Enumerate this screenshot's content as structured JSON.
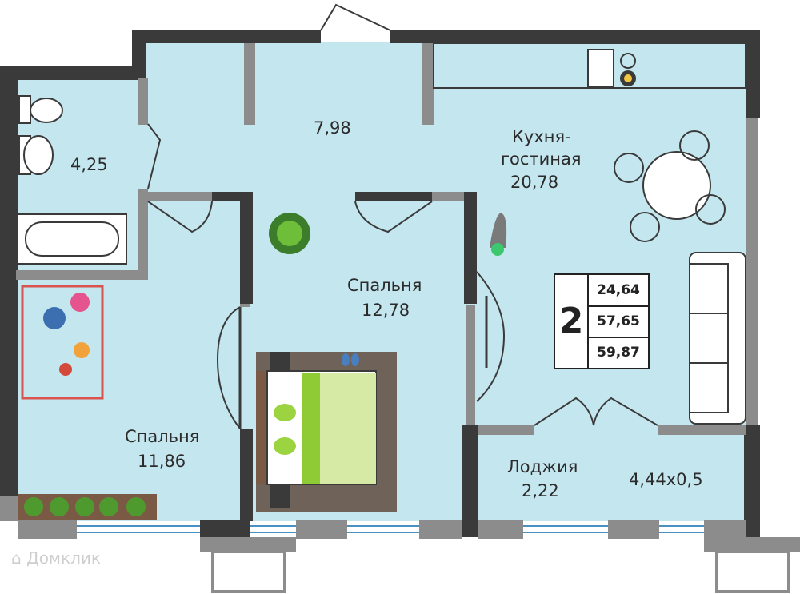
{
  "rooms": {
    "bathroom": {
      "area": "4,25"
    },
    "hall": {
      "area": "7,98"
    },
    "kitchen_living": {
      "name": "Кухня-\nгостиная",
      "name_line1": "Кухня-",
      "name_line2": "гостиная",
      "area": "20,78"
    },
    "bedroom_center": {
      "name": "Спальня",
      "area": "12,78"
    },
    "bedroom_left": {
      "name": "Спальня",
      "area": "11,86"
    },
    "loggia": {
      "name": "Лоджия",
      "area": "2,22"
    },
    "loggia_dims": "4,44x0,5"
  },
  "summary": {
    "rooms_count": "2",
    "living_area": "24,64",
    "total_area": "57,65",
    "total_area_with_loggia": "59,87"
  },
  "watermark": "Домклик",
  "colors": {
    "floor": "#c4e6ef",
    "wall": "#3a3a3a",
    "wall_light": "#8c8c8c",
    "bed_green": "#8ecb34",
    "rug": "#6f6258"
  }
}
